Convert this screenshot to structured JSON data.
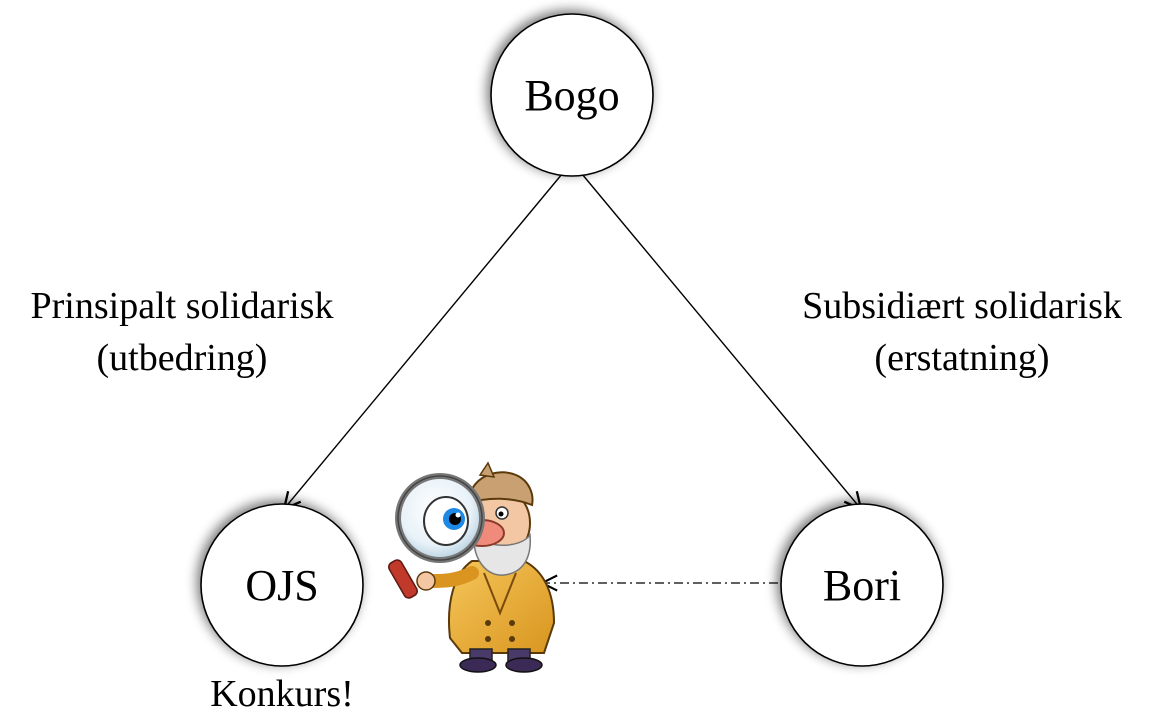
{
  "nodes": {
    "top": {
      "label": "Bogo"
    },
    "left": {
      "label": "OJS"
    },
    "right": {
      "label": "Bori"
    }
  },
  "edges": {
    "left": {
      "line1": "Prinsipalt solidarisk",
      "line2": "(utbedring)"
    },
    "right": {
      "line1": "Subsidiært solidarisk",
      "line2": "(erstatning)"
    }
  },
  "annotations": {
    "left_node_status": "Konkurs!"
  },
  "illustration": {
    "icon": "detective-with-magnifying-glass-icon"
  }
}
